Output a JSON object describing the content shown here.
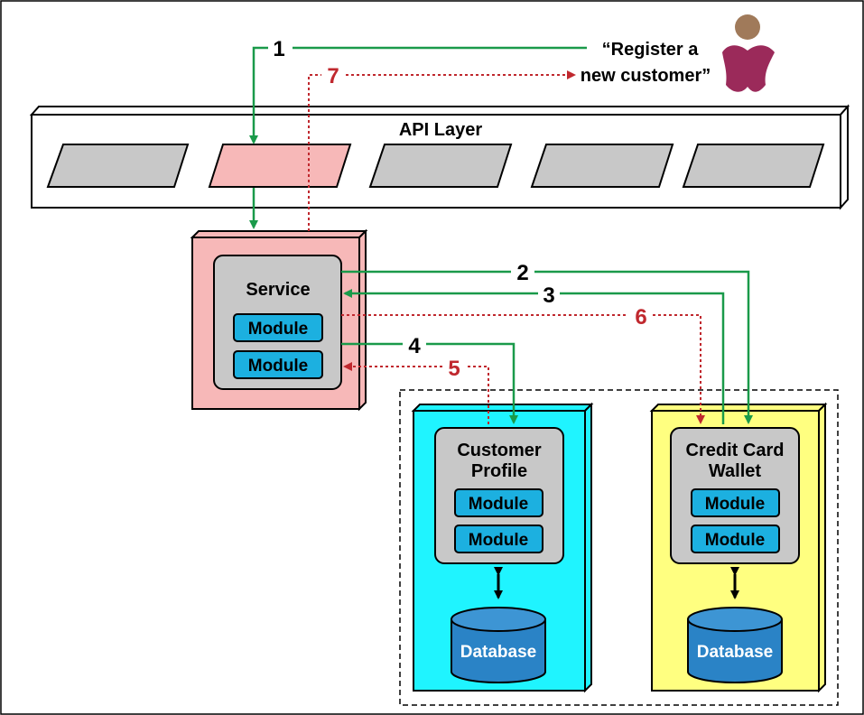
{
  "quote": {
    "line1": "“Register a",
    "line2": "new customer”"
  },
  "api_layer": {
    "label": "API Layer"
  },
  "service": {
    "label": "Service",
    "modules": [
      "Module",
      "Module"
    ]
  },
  "customer_profile": {
    "label_line1": "Customer",
    "label_line2": "Profile",
    "modules": [
      "Module",
      "Module"
    ],
    "database": "Database"
  },
  "credit_card_wallet": {
    "label_line1": "Credit Card",
    "label_line2": "Wallet",
    "modules": [
      "Module",
      "Module"
    ],
    "database": "Database"
  },
  "steps": {
    "s1": "1",
    "s2": "2",
    "s3": "3",
    "s4": "4",
    "s5": "5",
    "s6": "6",
    "s7": "7"
  },
  "colors": {
    "green_arrow": "#1a9a4a",
    "red_arrow": "#c0282e",
    "service_fill": "#f7b8b8",
    "customer_fill": "#1ff4ff",
    "wallet_fill": "#ffff80",
    "module_fill": "#1cb0e0",
    "database_fill": "#2a83c6",
    "gray_fill": "#c8c8c8",
    "person": "#9b2a5a",
    "person_head": "#a07a5a"
  }
}
